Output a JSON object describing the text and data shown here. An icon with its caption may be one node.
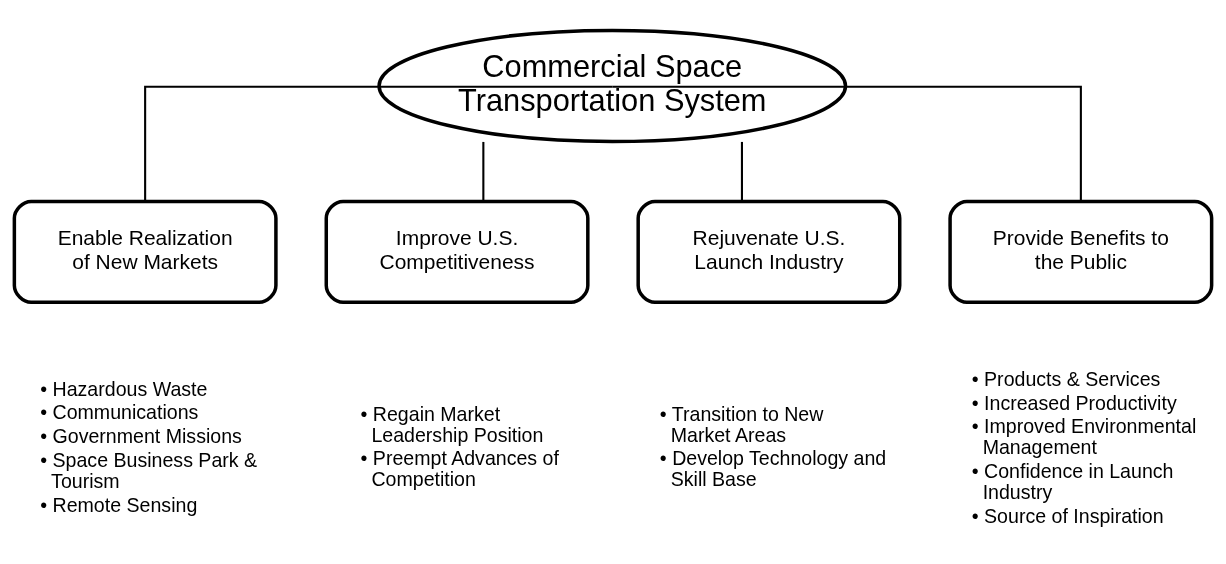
{
  "diagram": {
    "nodes": [
      {
        "text": [
          "Commercial Space Transportation System"
        ]
      },
      {
        "text": [
          "Enable Realization of New Markets"
        ],
        "beside": [
          "• Hazardous Waste",
          "• Communications",
          "• Government Missions",
          "• Space Business Park & Tourism",
          "• Remote Sensing"
        ]
      },
      {
        "text": [
          "Improve U.S. Competitiveness"
        ],
        "beside": [
          "• Regain Market Leadership Position",
          "• Preempt Advances of Competition"
        ]
      },
      {
        "text": [
          "Rejuvenate U.S. Launch Industry"
        ],
        "beside": [
          "• Transition to New Market Areas",
          "• Develop Technology and Skill Base"
        ]
      },
      {
        "text": [
          "Provide Benefits to the Public"
        ],
        "beside": [
          "• Products & Services",
          "• Increased Productivity",
          "• Improved Environmental Management",
          "• Confidence in Launch Industry",
          "• Source of Inspiration"
        ]
      }
    ],
    "edges": [
      {
        "from": 0,
        "to": 1,
        "arrow": "none"
      },
      {
        "from": 0,
        "to": 2,
        "arrow": "none"
      },
      {
        "from": 0,
        "to": 3,
        "arrow": "none"
      },
      {
        "from": 0,
        "to": 4,
        "arrow": "none"
      }
    ]
  }
}
